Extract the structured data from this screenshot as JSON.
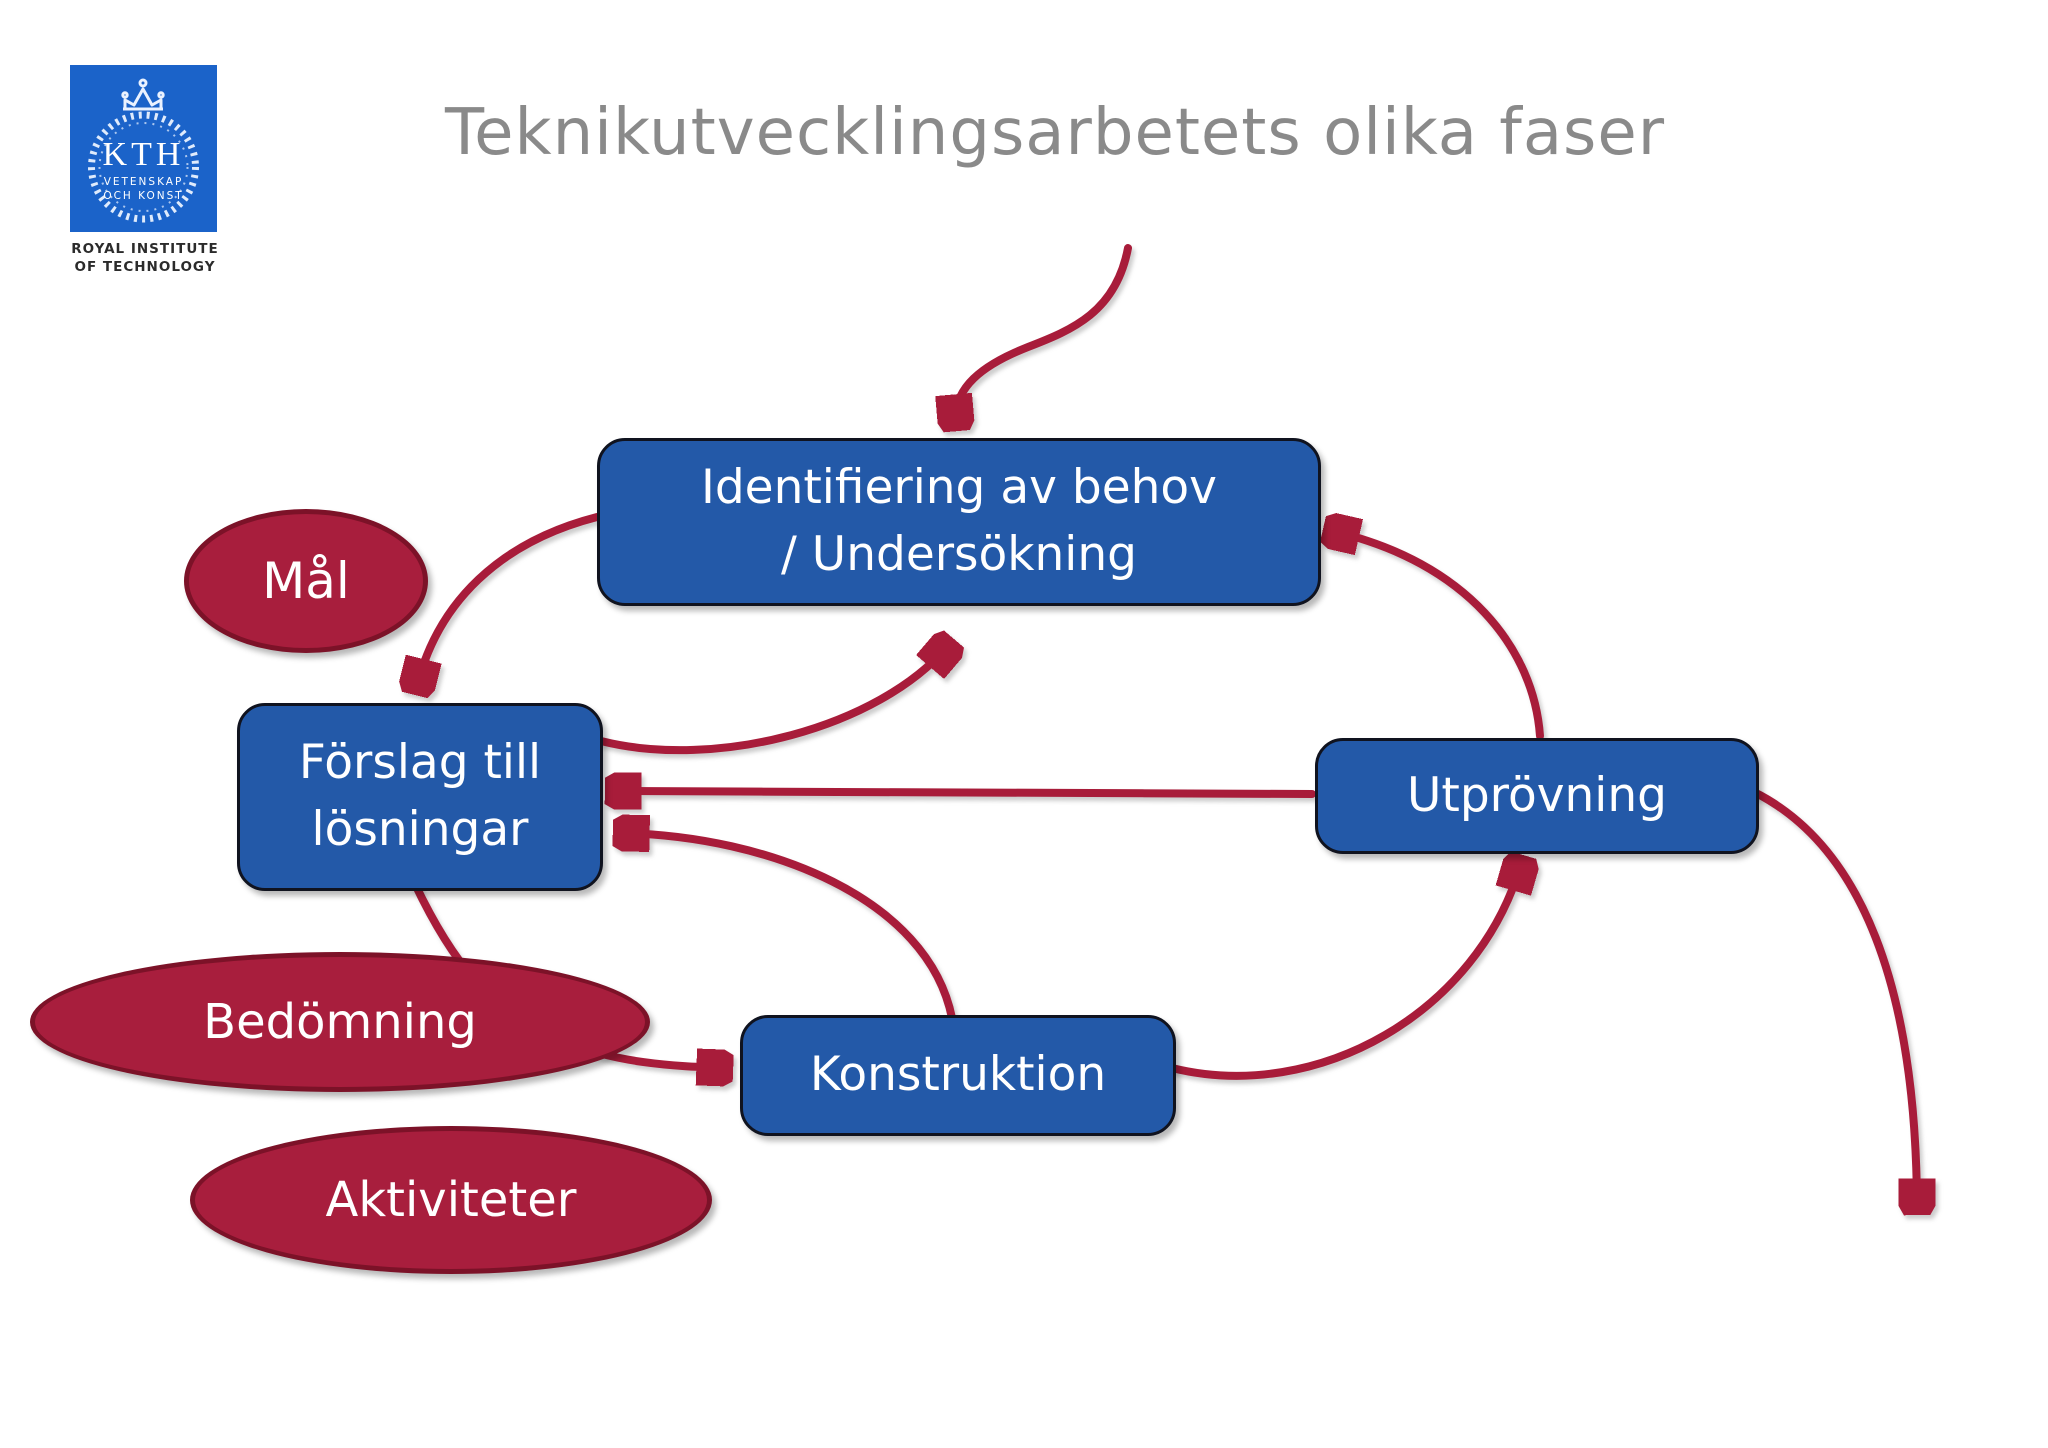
{
  "slide": {
    "title": "Teknikutvecklingsarbetets olika faser"
  },
  "logo": {
    "acronym": "KTH",
    "motto_line1": "VETENSKAP",
    "motto_line2": "OCH KONST",
    "caption_line1": "ROYAL INSTITUTE",
    "caption_line2": "OF TECHNOLOGY"
  },
  "colors": {
    "logo_square": "#1b63c9",
    "box_fill": "#2359a8",
    "box_border": "#10131f",
    "ellipse_fill": "#a81e3d",
    "ellipse_border": "#7c1228",
    "arrow": "#a81c3a",
    "title_text": "#8a8a8a",
    "node_text": "#ffffff"
  },
  "diagram": {
    "phases": [
      {
        "id": "identifiering",
        "lines": [
          "Identifiering av behov",
          "/ Undersökning"
        ]
      },
      {
        "id": "forslag",
        "lines": [
          "Förslag till",
          "lösningar"
        ]
      },
      {
        "id": "utprovning",
        "lines": [
          "Utprövning"
        ]
      },
      {
        "id": "konstruktion",
        "lines": [
          "Konstruktion"
        ]
      }
    ],
    "annotations": [
      {
        "id": "mal",
        "label": "Mål"
      },
      {
        "id": "bedomning",
        "label": "Bedömning"
      },
      {
        "id": "aktiviteter",
        "label": "Aktiviteter"
      }
    ],
    "edges": [
      {
        "from": "start",
        "to": "identifiering"
      },
      {
        "from": "identifiering",
        "to": "forslag"
      },
      {
        "from": "forslag",
        "to": "identifiering"
      },
      {
        "from": "utprovning",
        "to": "forslag"
      },
      {
        "from": "konstruktion",
        "to": "forslag"
      },
      {
        "from": "forslag",
        "to": "konstruktion"
      },
      {
        "from": "konstruktion",
        "to": "utprovning"
      },
      {
        "from": "utprovning",
        "to": "identifiering"
      },
      {
        "from": "utprovning",
        "to": "end"
      }
    ]
  }
}
